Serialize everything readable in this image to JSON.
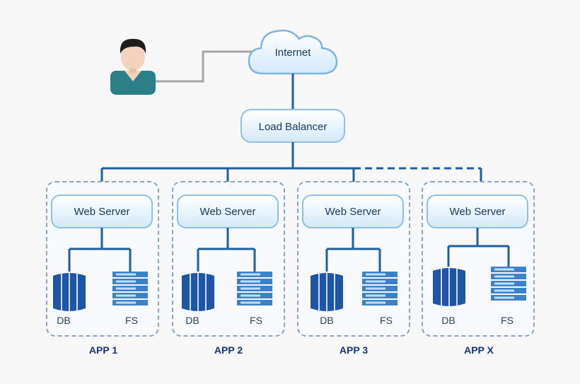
{
  "nodes": {
    "internet": "Internet",
    "load_balancer": "Load Balancer"
  },
  "apps": [
    {
      "name": "APP 1",
      "web_server": "Web Server",
      "db": "DB",
      "fs": "FS"
    },
    {
      "name": "APP 2",
      "web_server": "Web Server",
      "db": "DB",
      "fs": "FS"
    },
    {
      "name": "APP 3",
      "web_server": "Web Server",
      "db": "DB",
      "fs": "FS"
    },
    {
      "name": "APP X",
      "web_server": "Web Server",
      "db": "DB",
      "fs": "FS"
    }
  ],
  "colors": {
    "line": "#1f5f9f",
    "user_line": "#a5a5a5",
    "dashed_border": "#8aa5c8",
    "node_fill": "#dbeefa",
    "node_stroke": "#8fc0e6",
    "db": "#1d56a8",
    "fs": "#3b82c8"
  },
  "icons": [
    "user-icon",
    "cloud-icon",
    "database-icon",
    "file-server-icon"
  ]
}
